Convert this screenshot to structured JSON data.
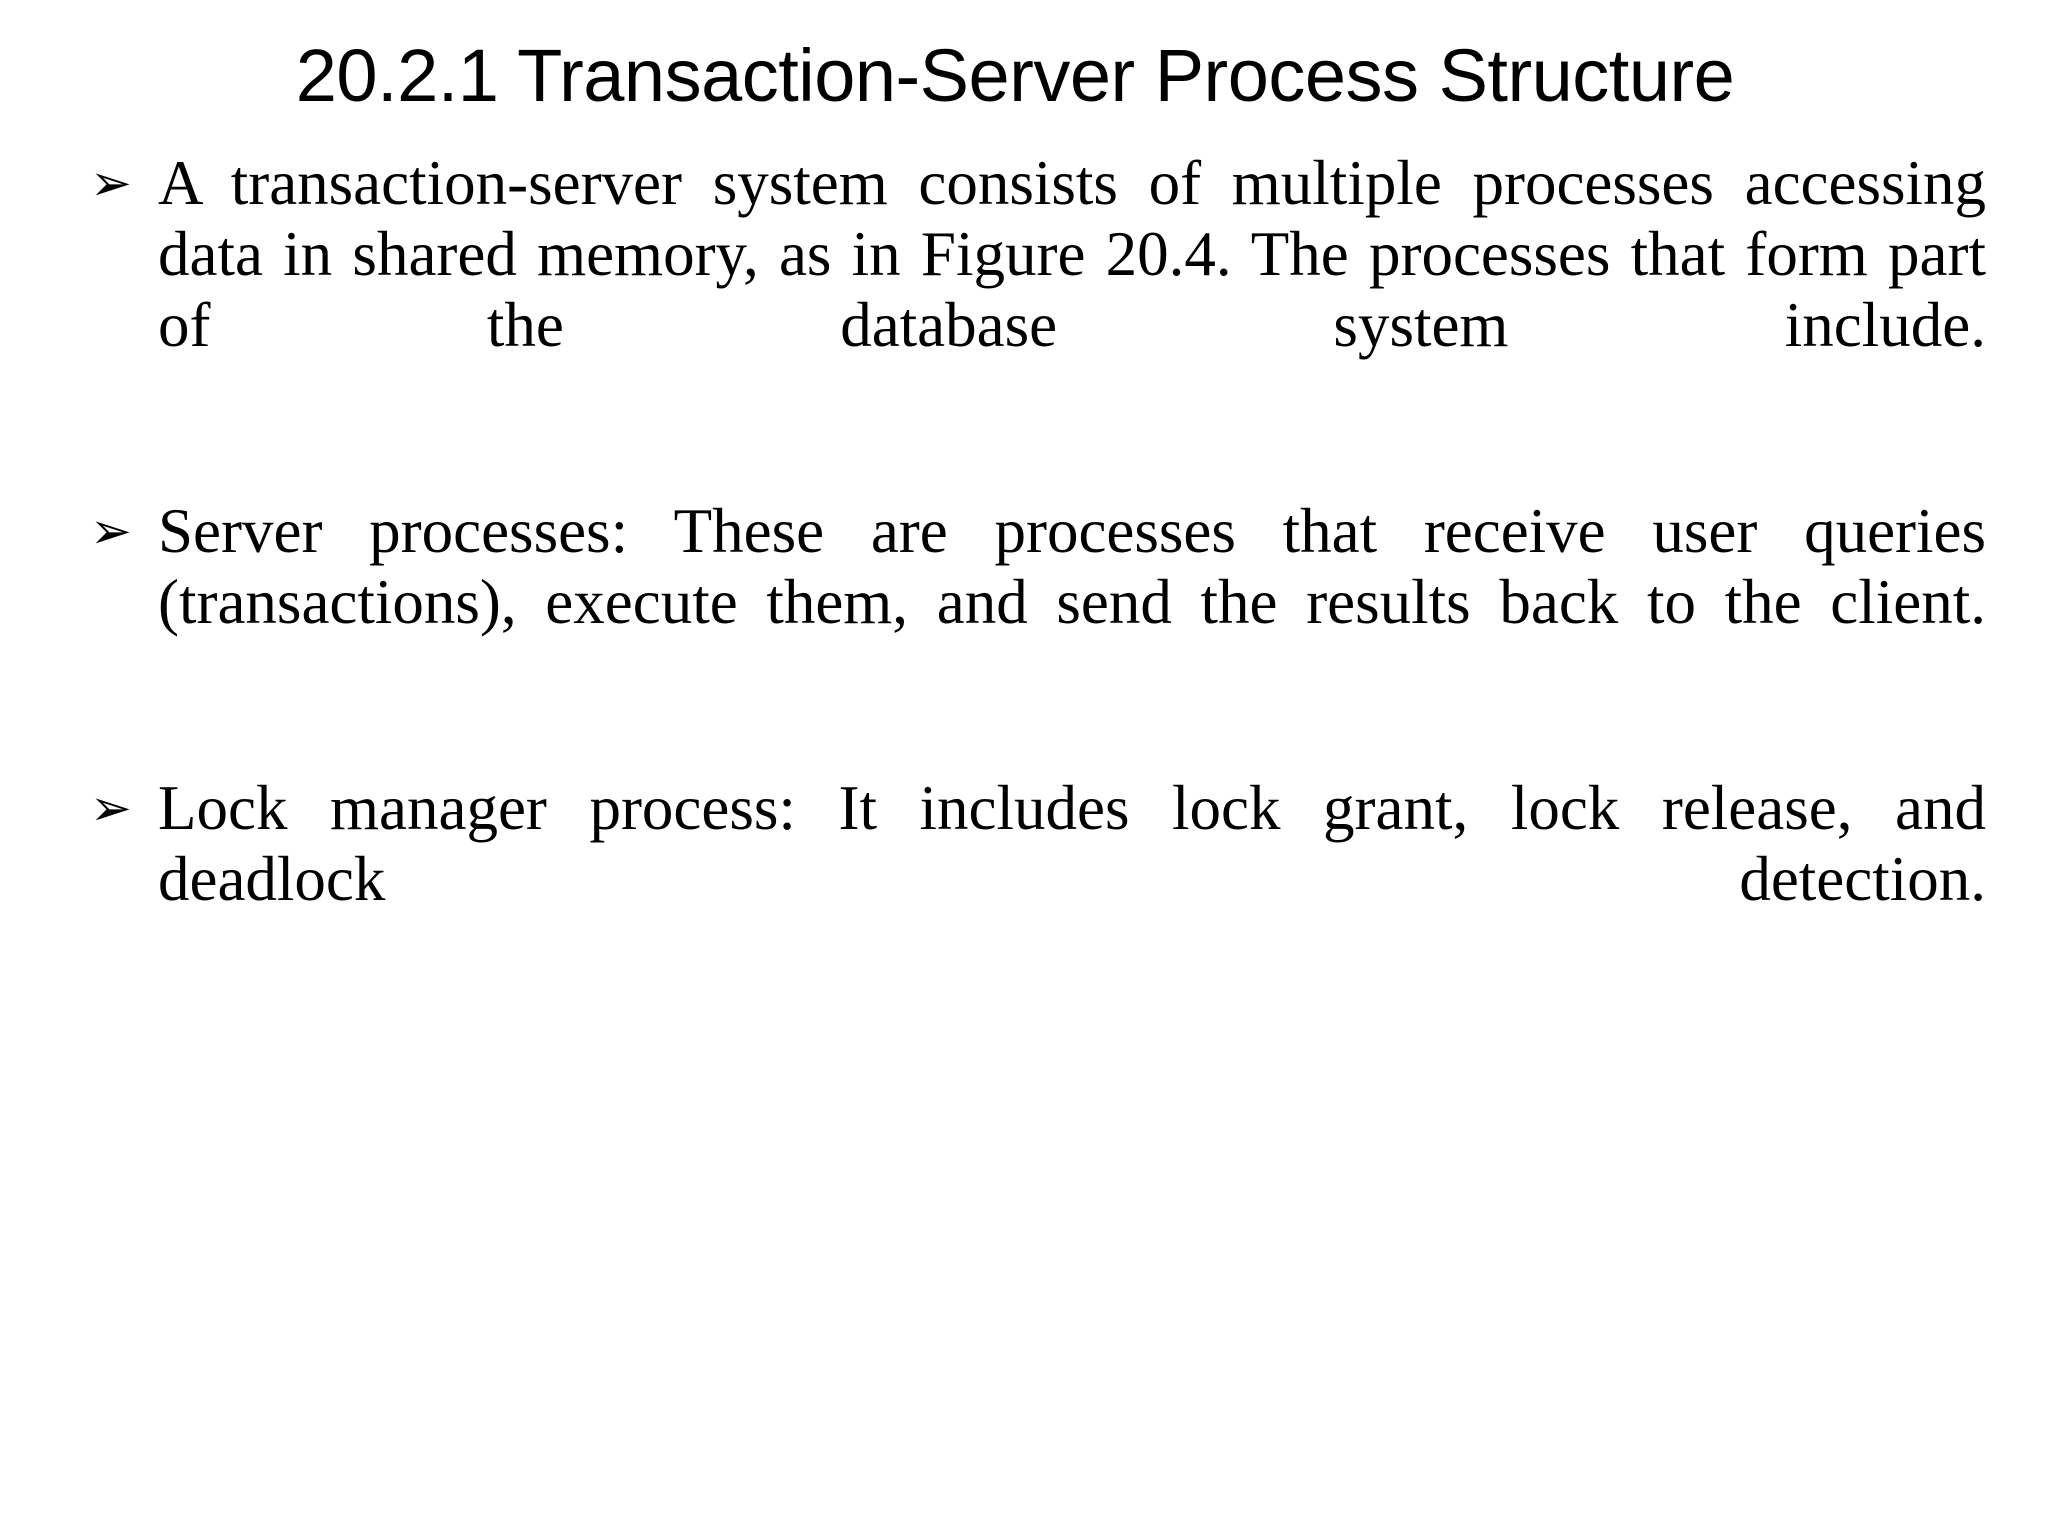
{
  "slide": {
    "title": "20.2.1 Transaction-Server Process Structure",
    "background_color": "#ffffff",
    "text_color": "#000000",
    "bullet_glyph": "➢",
    "bullets": [
      {
        "marker": "➢",
        "text": "A transaction-server system consists of multiple processes accessing data in shared memory, as in Figure 20.4. The processes that form part of the database system include."
      },
      {
        "marker": "➢",
        "text": "Server processes: These are processes that receive user queries (transactions), execute them, and send the results back to the client."
      },
      {
        "marker": "➢",
        "text": "Lock manager process: It includes lock grant, lock release, and deadlock detection."
      }
    ]
  }
}
